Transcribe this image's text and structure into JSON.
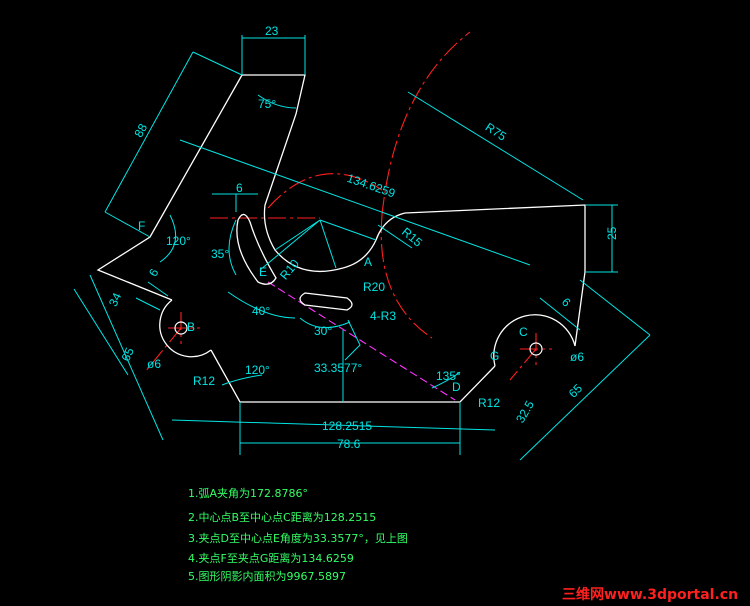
{
  "dimensions": {
    "top_width": "23",
    "angle_top": "75°",
    "left_length": "88",
    "angle_f": "120°",
    "width_6_top": "6",
    "angle_35": "35°",
    "r10": "R10",
    "chord": "134.6259",
    "r75": "R75",
    "r15": "R15",
    "right_height": "25",
    "r20": "R20",
    "slot": "4-R3",
    "angle_40": "40°",
    "angle_30": "30°",
    "width_6_left": "6",
    "len_34": "34",
    "len_65_left": "65",
    "dia_b": "ø6",
    "r12_b": "R12",
    "angle_120_bottom": "120°",
    "angle_33": "33.3577°",
    "angle_135": "135°",
    "width_6_right": "6",
    "dia_c": "ø6",
    "r12_g": "R12",
    "len_325": "32.5",
    "len_65_right": "65",
    "len_1282": "128.2515",
    "len_786": "78.6"
  },
  "points": {
    "a": "A",
    "b": "B",
    "c": "C",
    "d": "D",
    "e": "E",
    "f": "F",
    "g": "G"
  },
  "notes": [
    "1.弧A夹角为172.8786°",
    "2.中心点B至中心点C距离为128.2515",
    "3.夹点D至中心点E角度为33.3577°，见上图",
    "4.夹点F至夹点G距离为134.6259",
    "5.图形阴影内面积为9967.5897"
  ],
  "watermark": "三维网www.3dportal.cn",
  "colors": {
    "outline": "#ffffff",
    "dimension": "#00e5e5",
    "centerline": "#ff2020",
    "magenta": "#ff33ff",
    "note": "#33ff66"
  }
}
